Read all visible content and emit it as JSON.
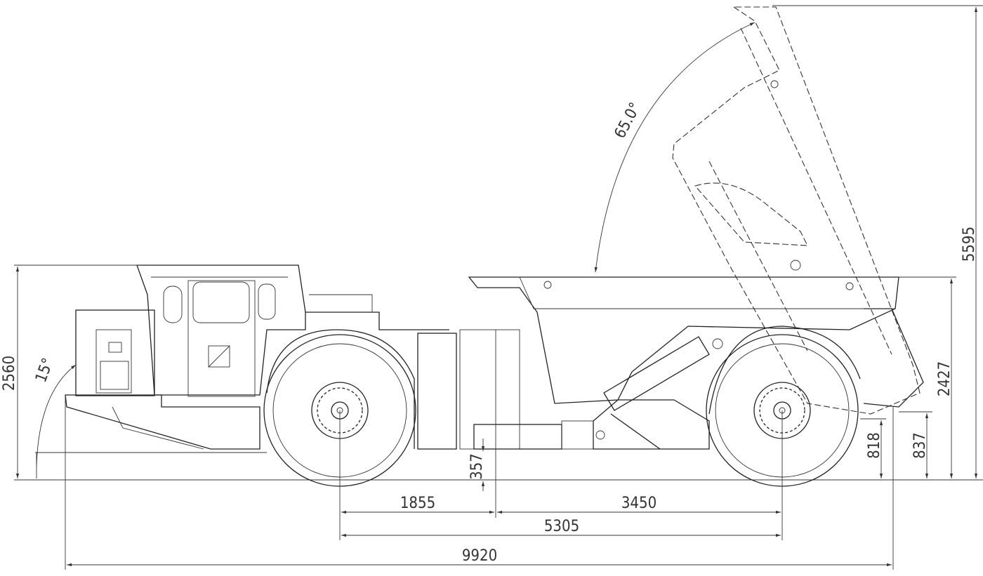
{
  "drawing": {
    "title": "Underground dump truck side elevation",
    "dimensions": {
      "overall_height": "2560",
      "approach_angle": "15°",
      "dump_angle": "65.0°",
      "dump_height": "5595",
      "box_height": "2427",
      "rear_clearance": "837",
      "axle_height": "818",
      "ground_clearance": "357",
      "front_to_pivot": "1855",
      "pivot_to_rear": "3450",
      "wheelbase": "5305",
      "overall_length": "9920"
    }
  }
}
